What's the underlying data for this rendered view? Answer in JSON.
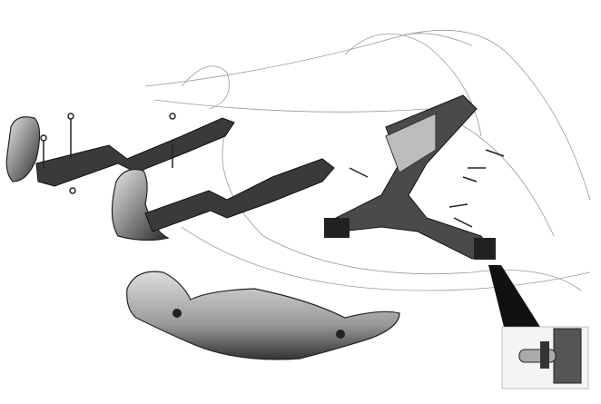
{
  "colors": {
    "background": "#ffffff",
    "line": "#3a3a3a",
    "part_dark": "#2a2a2a",
    "part_mid": "#7a7a7a",
    "part_light": "#c8c8c8"
  },
  "parts": [
    {
      "name": "bumper-guard-left"
    },
    {
      "name": "bumper-guard-right"
    },
    {
      "name": "bumper-bracket-front"
    },
    {
      "name": "bumper-bracket-rear"
    },
    {
      "name": "bumper-bar"
    },
    {
      "name": "mounting-bracket-assembly"
    },
    {
      "name": "mounting-bolts"
    },
    {
      "name": "detail-inset"
    }
  ]
}
